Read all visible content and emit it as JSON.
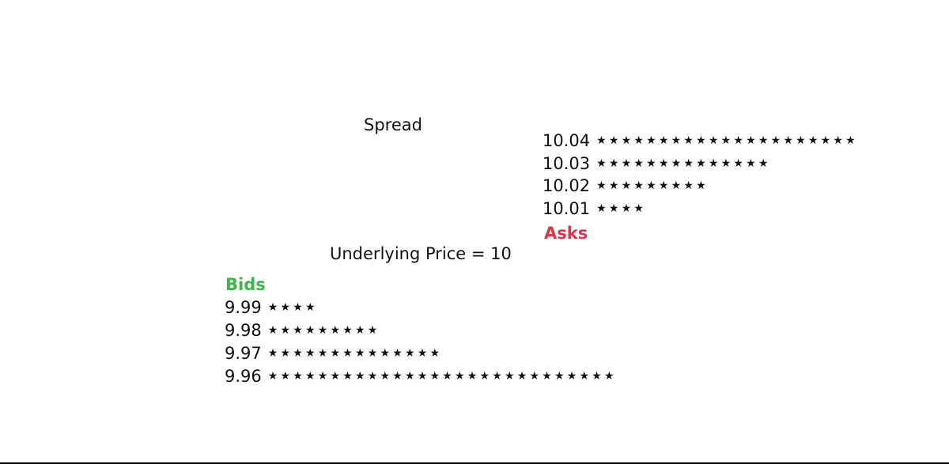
{
  "spread_label": "Spread",
  "underlying_label": "Underlying Price = 10",
  "asks": {
    "heading": "Asks",
    "color": "#e0334a",
    "levels": [
      {
        "price": "10.04",
        "stars": "★★★★★★★★★★★★★★★★★★★★★"
      },
      {
        "price": "10.03",
        "stars": "★★★★★★★★★★★★★★"
      },
      {
        "price": "10.02",
        "stars": "★★★★★★★★★"
      },
      {
        "price": "10.01",
        "stars": "★★★★"
      }
    ]
  },
  "bids": {
    "heading": "Bids",
    "color": "#3cb54a",
    "levels": [
      {
        "price": "9.99",
        "stars": "★★★★"
      },
      {
        "price": "9.98",
        "stars": "★★★★★★★★★"
      },
      {
        "price": "9.97",
        "stars": "★★★★★★★★★★★★★★"
      },
      {
        "price": "9.96",
        "stars": "★★★★★★★★★★★★★★★★★★★★★★★★★★★★"
      }
    ]
  }
}
